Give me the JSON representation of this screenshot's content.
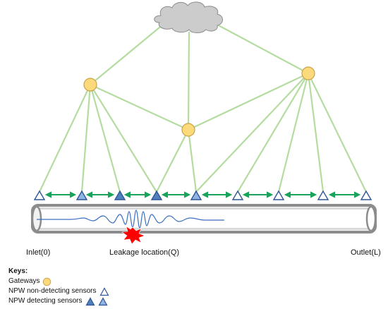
{
  "labels": {
    "inlet": "Inlet(0)",
    "leak": "Leakage location(Q)",
    "outlet": "Outlet(L)"
  },
  "keys": {
    "title": "Keys:",
    "gateways": "Gateways",
    "non_detecting": "NPW non-detecting sensors",
    "detecting": "NPW detecting sensors"
  },
  "colors": {
    "link": "#b5dca0",
    "gateway_fill": "#fcd97a",
    "gateway_stroke": "#c9a24a",
    "sensor_stroke": "#2f5597",
    "sensor_detect_fill": "#4f81bd",
    "sensor_detect_light_fill": "#8eb4e3",
    "arrow": "#1aa35a",
    "pipe_stroke": "#8c8c8c",
    "wave": "#3a6fc2",
    "leak": "#ff0000",
    "cloud_fill": "#cccccc"
  },
  "icons": [
    "cloud-icon",
    "gateway-icon",
    "sensor-triangle-icon",
    "leak-burst-icon",
    "double-arrow-icon"
  ]
}
